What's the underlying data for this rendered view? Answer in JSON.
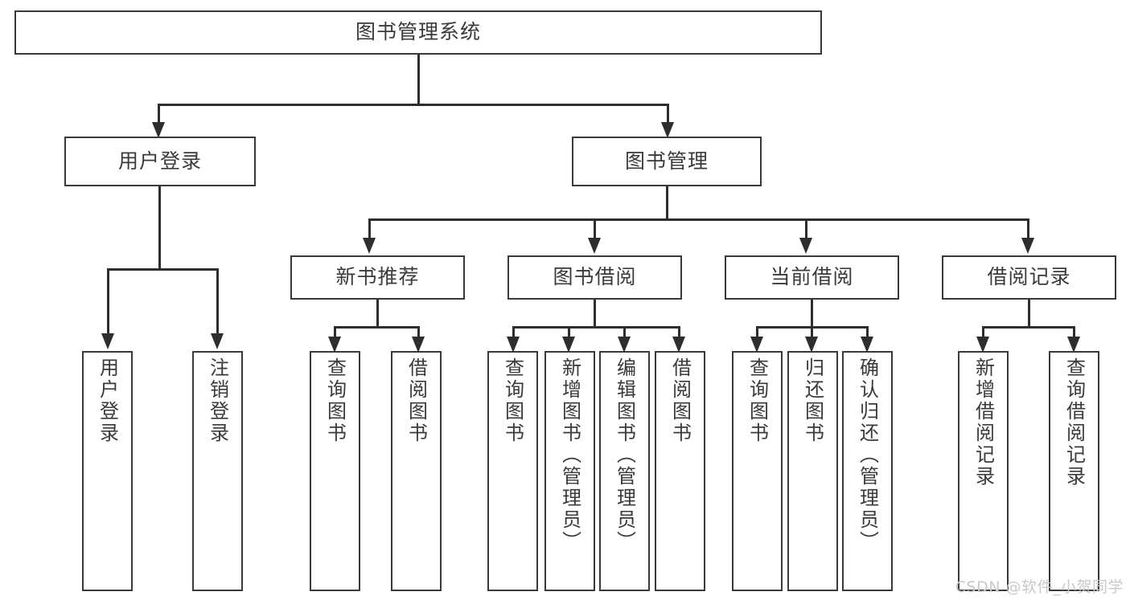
{
  "diagram": {
    "type": "tree-hierarchy",
    "title": "图书管理系统",
    "watermark": "CSDN @软件_小贺同学",
    "colors": {
      "box_border": "#3a3a3a",
      "connector": "#2e2e2e",
      "text": "#3a3a3a",
      "background": "#ffffff",
      "watermark": "#c9c9c9"
    },
    "root": {
      "label": "图书管理系统"
    },
    "level1": [
      {
        "label": "用户登录"
      },
      {
        "label": "图书管理"
      }
    ],
    "level2": [
      {
        "label": "新书推荐"
      },
      {
        "label": "图书借阅"
      },
      {
        "label": "当前借阅"
      },
      {
        "label": "借阅记录"
      }
    ],
    "leaves": {
      "user_login": [
        {
          "label": "用户登录"
        },
        {
          "label": "注销登录"
        }
      ],
      "new_book_recommend": [
        {
          "label": "查询图书"
        },
        {
          "label": "借阅图书"
        }
      ],
      "book_borrow": [
        {
          "label": "查询图书"
        },
        {
          "label": "新增图书（管理员）"
        },
        {
          "label": "编辑图书（管理员）"
        },
        {
          "label": "借阅图书"
        }
      ],
      "current_borrow": [
        {
          "label": "查询图书"
        },
        {
          "label": "归还图书"
        },
        {
          "label": "确认归还（管理员）"
        }
      ],
      "borrow_record": [
        {
          "label": "新增借阅记录"
        },
        {
          "label": "查询借阅记录"
        }
      ]
    }
  }
}
